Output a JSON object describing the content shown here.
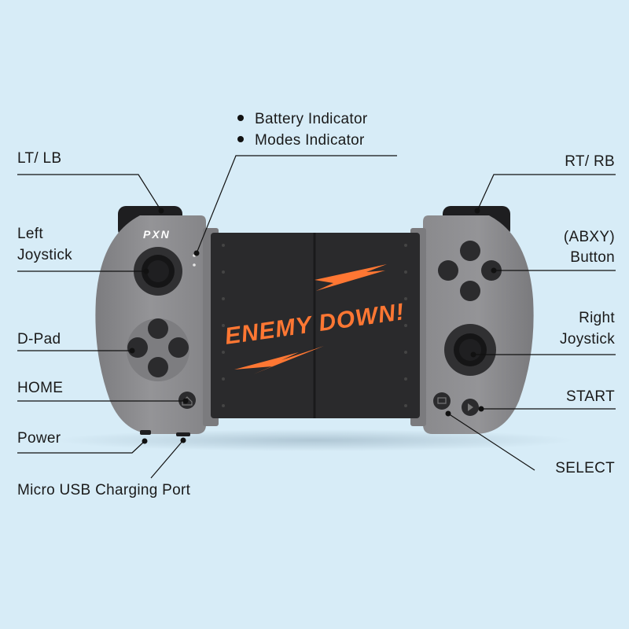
{
  "indicators": [
    "Battery Indicator",
    "Modes Indicator"
  ],
  "labels": {
    "lt_lb": "LT/ LB",
    "left_joystick_1": "Left",
    "left_joystick_2": "Joystick",
    "dpad": "D-Pad",
    "home": "HOME",
    "power": "Power",
    "micro_usb": "Micro USB Charging Port",
    "rt_rb": "RT/ RB",
    "abxy_1": "(ABXY)",
    "abxy_2": "Button",
    "right_joystick_1": "Right",
    "right_joystick_2": "Joystick",
    "start": "START",
    "select": "SELECT"
  },
  "brand_logo": "PXN",
  "screen_graphic_text": "ENEMY DOWN!",
  "colors": {
    "background": "#d7ecf7",
    "controller_body": "#8e8e90",
    "buttons": "#2b2b2d",
    "screen": "#2a2a2c",
    "graphic_accent": "#ff7733"
  }
}
